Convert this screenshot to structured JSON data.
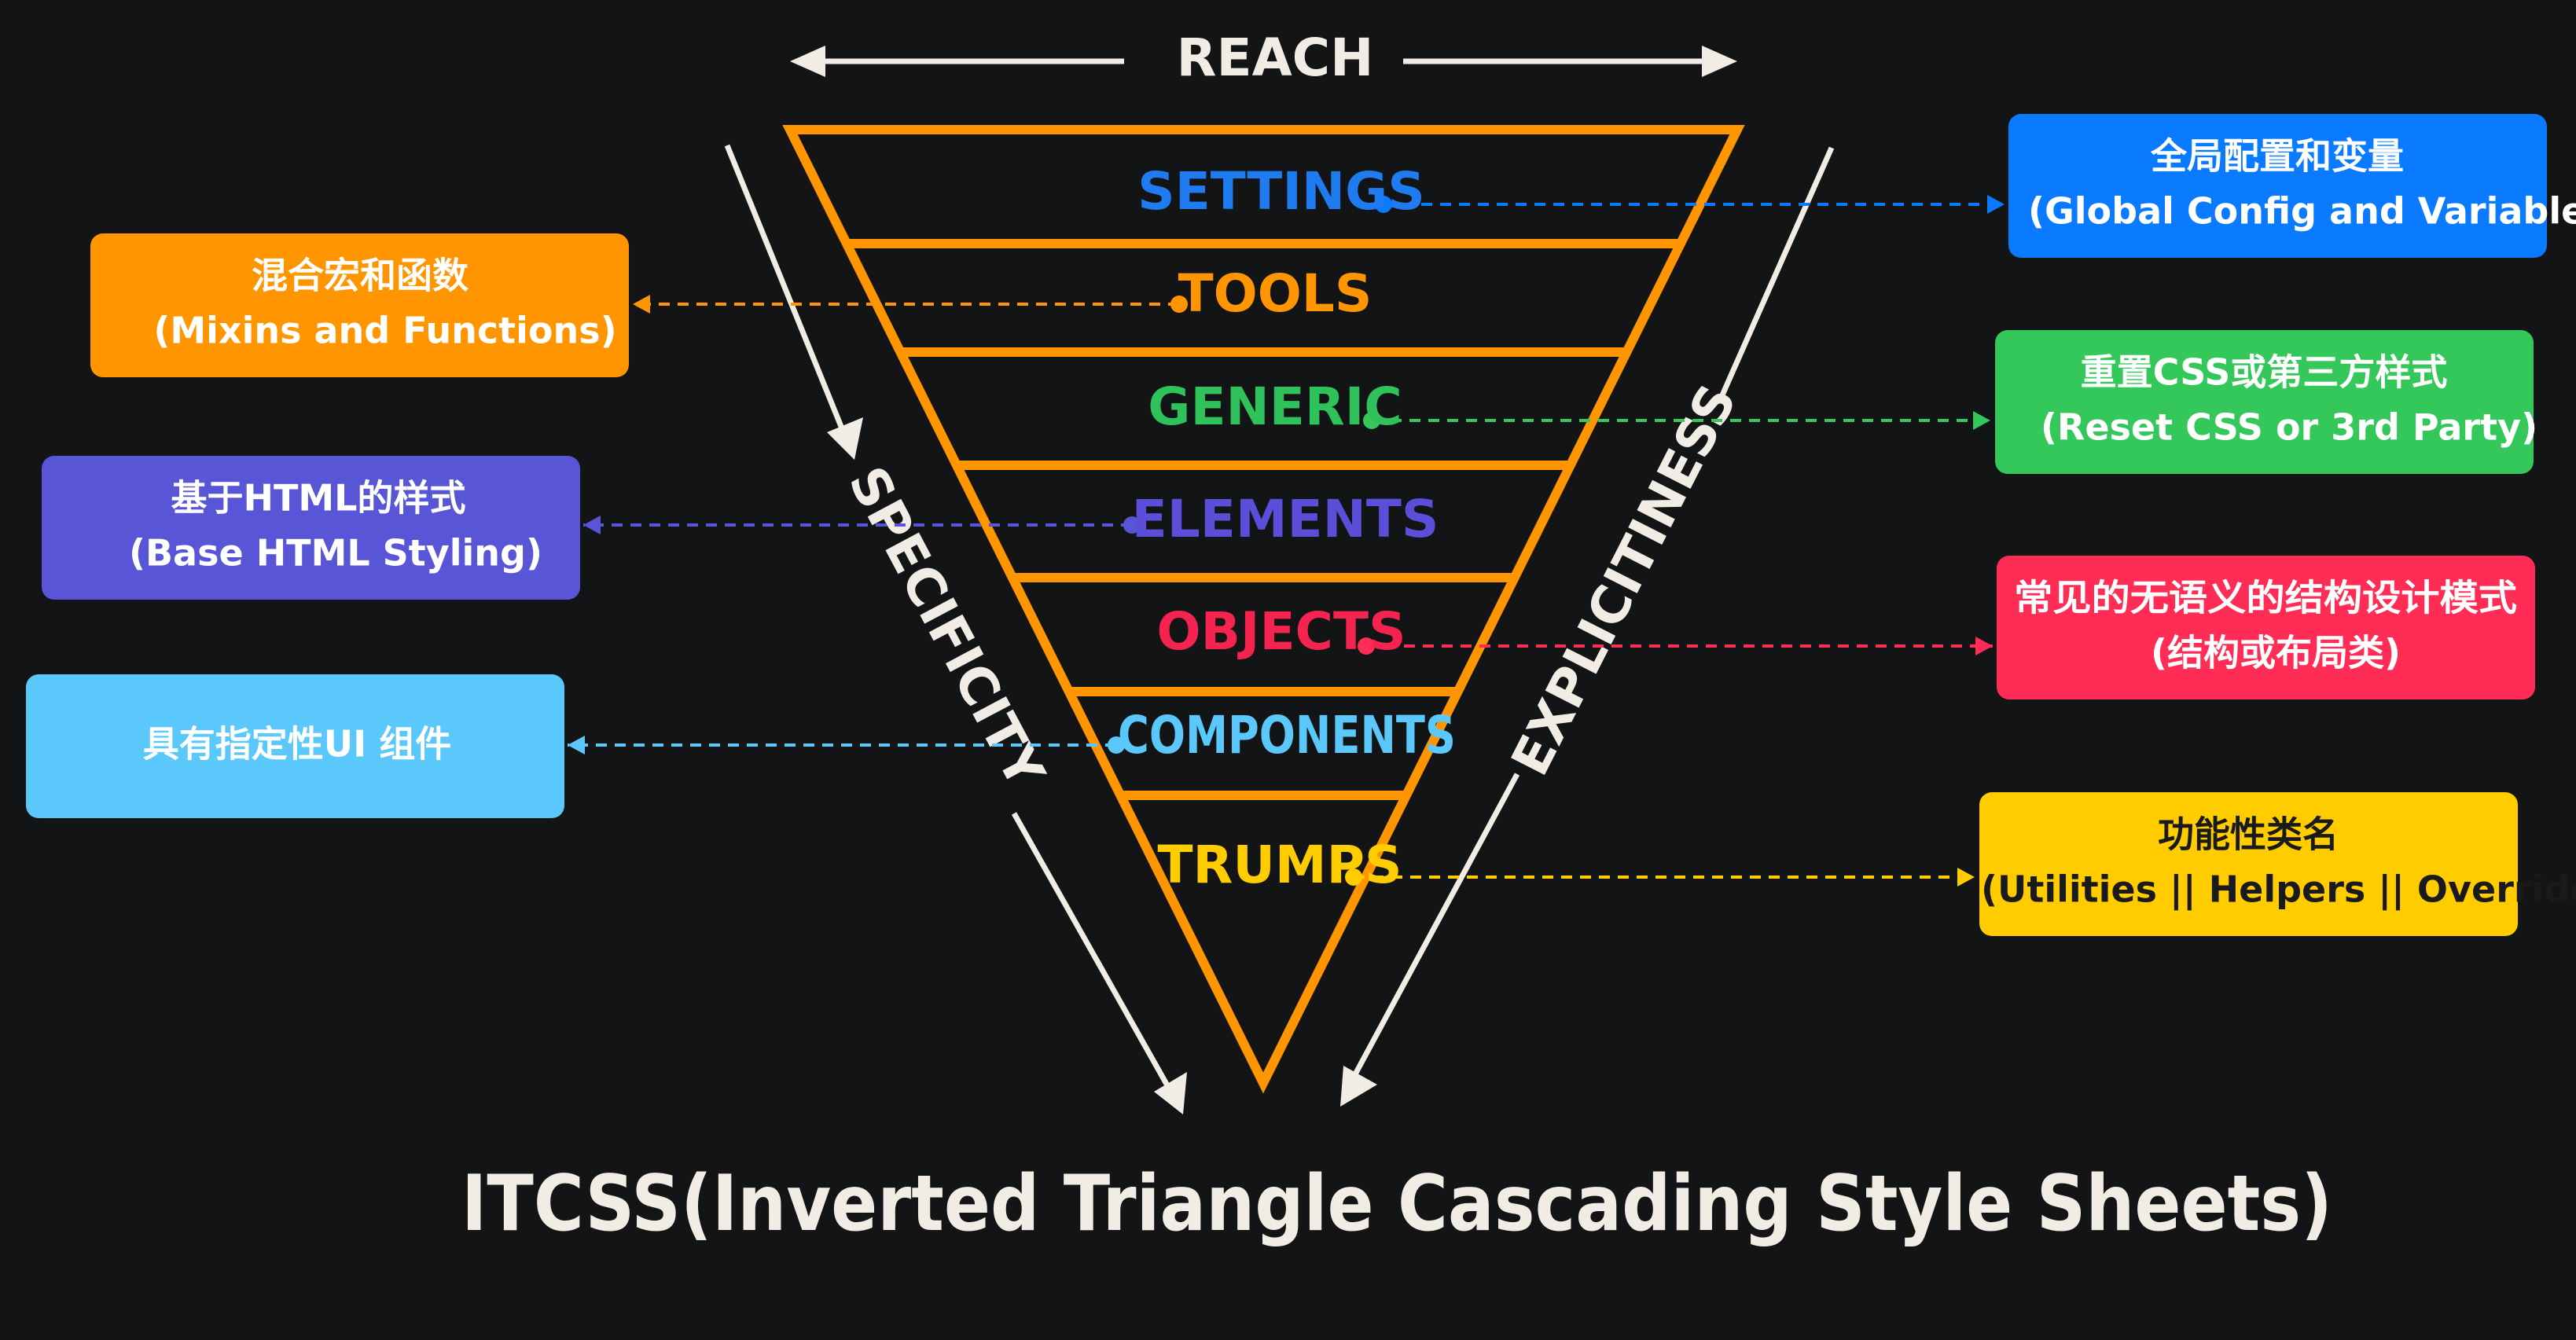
{
  "diagram": {
    "title": "ITCSS(Inverted Triangle Cascading Style Sheets)",
    "reach_label": "REACH",
    "specificity_label": "SPECIFICITY",
    "explicitness_label": "EXPLICITINESS",
    "layers": [
      {
        "name": "SETTINGS",
        "color": "#1f7bf0"
      },
      {
        "name": "TOOLS",
        "color": "#ff9500"
      },
      {
        "name": "GENERIC",
        "color": "#2fc25b"
      },
      {
        "name": "ELEMENTS",
        "color": "#5b4fd9"
      },
      {
        "name": "OBJECTS",
        "color": "#f5234f"
      },
      {
        "name": "COMPONENTS",
        "color": "#5ac8fa"
      },
      {
        "name": "TRUMPS",
        "color": "#ffcc00"
      }
    ],
    "notes": [
      {
        "layer": "SETTINGS",
        "side": "right",
        "line1": "全局配置和变量",
        "line2": "(Global Config and Variables)",
        "color": "#0a7aff",
        "text_color": "#ffffff"
      },
      {
        "layer": "TOOLS",
        "side": "left",
        "line1": "混合宏和函数",
        "line2": "(Mixins and Functions)",
        "color": "#ff9500",
        "text_color": "#ffffff"
      },
      {
        "layer": "GENERIC",
        "side": "right",
        "line1": "重置CSS或第三方样式",
        "line2": "(Reset CSS or 3rd Party)",
        "color": "#34c759",
        "text_color": "#ffffff"
      },
      {
        "layer": "ELEMENTS",
        "side": "left",
        "line1": "基于HTML的样式",
        "line2": "(Base HTML Styling)",
        "color": "#5856d6",
        "text_color": "#ffffff"
      },
      {
        "layer": "OBJECTS",
        "side": "right",
        "line1": "常见的无语义的结构设计模式",
        "line2": "(结构或布局类)",
        "color": "#ff2d55",
        "text_color": "#ffffff"
      },
      {
        "layer": "COMPONENTS",
        "side": "left",
        "line1": "具有指定性UI 组件",
        "line2": "",
        "color": "#5ac8fa",
        "text_color": "#ffffff"
      },
      {
        "layer": "TRUMPS",
        "side": "right",
        "line1": "功能性类名",
        "line2": "(Utilities || Helpers || Overrides)",
        "color": "#ffcc00",
        "text_color": "#1a1a1a"
      }
    ],
    "colors": {
      "background": "#131416",
      "triangle": "#ff9500",
      "arrows": "#f2ede4"
    }
  }
}
